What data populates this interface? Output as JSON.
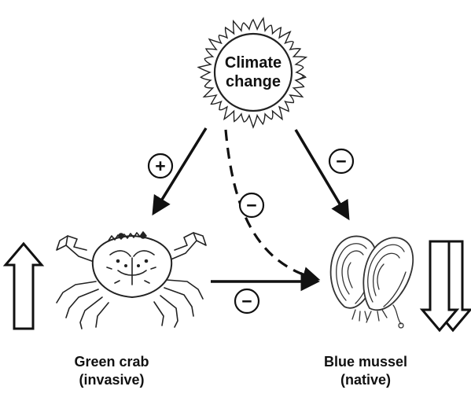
{
  "sun": {
    "label_line1": "Climate",
    "label_line2": "change"
  },
  "signs": {
    "climate_to_crab": "+",
    "climate_to_mussel": "−",
    "climate_indirect": "−",
    "crab_to_mussel": "−"
  },
  "species": {
    "crab": {
      "name": "Green crab",
      "status": "(invasive)",
      "trend": "increase"
    },
    "mussel": {
      "name": "Blue mussel",
      "status": "(native)",
      "trend": "decrease"
    }
  },
  "icons": {
    "sun": "sun-icon",
    "crab": "crab-icon",
    "mussel": "mussel-icon",
    "up": "up-arrow-icon",
    "down": "double-down-arrow-icon"
  }
}
